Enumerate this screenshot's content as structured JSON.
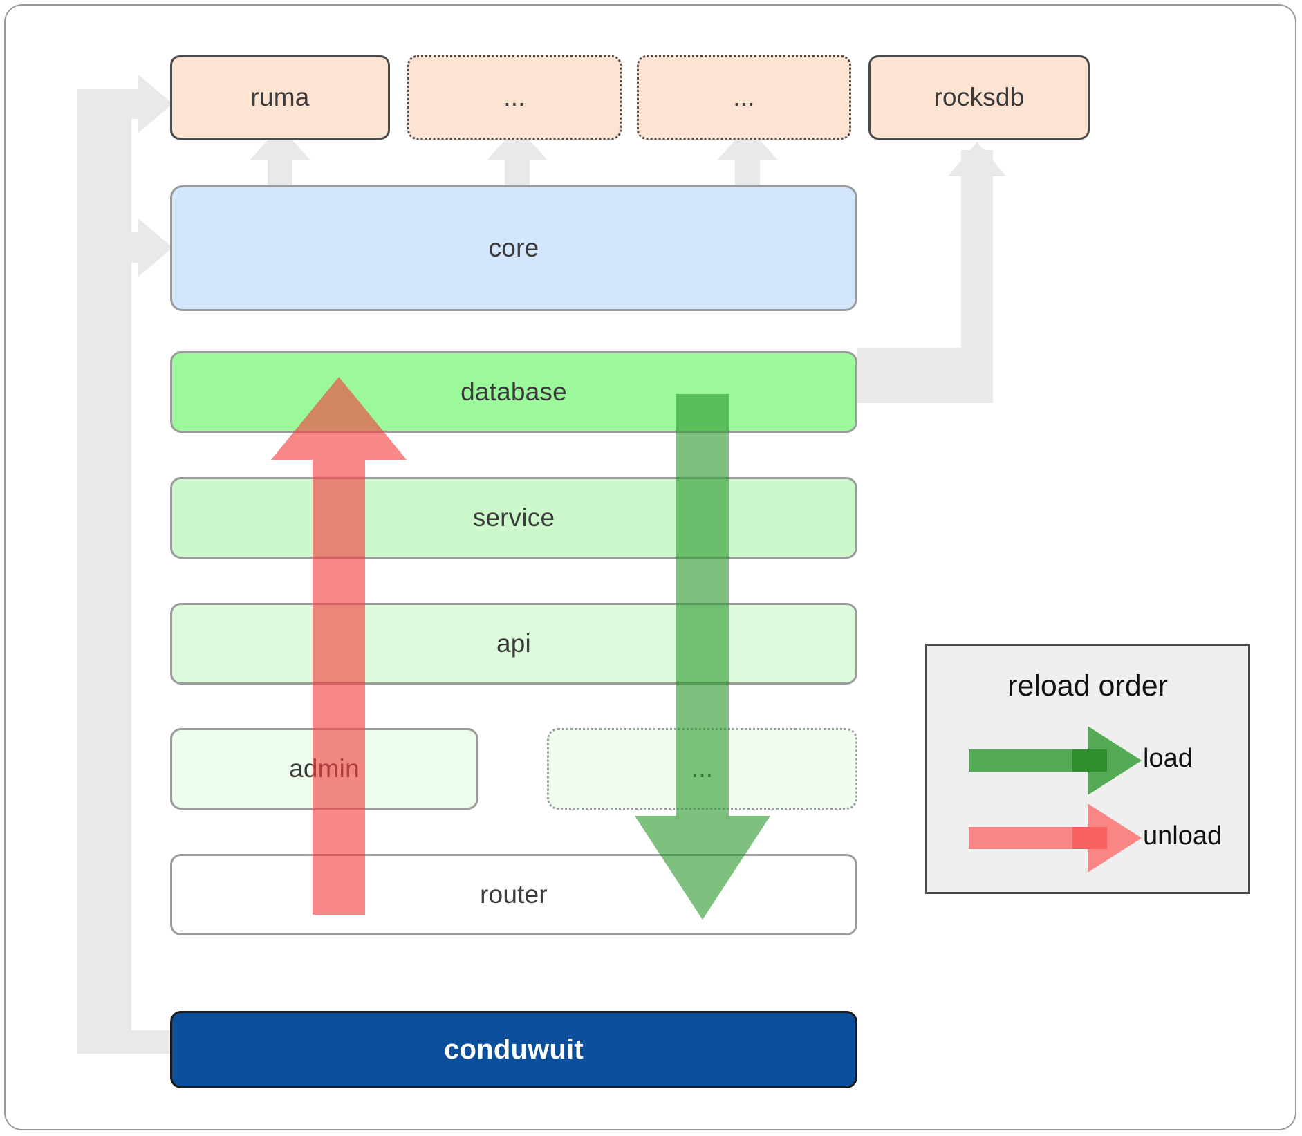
{
  "diagram": {
    "title": "conduwuit crate dependency / reload order diagram",
    "colors": {
      "orange_fill": "#fde3d2",
      "orange_stroke": "#4a4a4a",
      "core_fill": "#d4e6fc",
      "green_darkest": "#9bf89b",
      "green_dark": "#ccf8cc",
      "green_mid": "#ddfadd",
      "green_light": "#edfded",
      "white_fill": "#ffffff",
      "navy_fill": "#0b4f9b",
      "box_stroke": "#9b9b9b",
      "connector_grey": "#e9e9e9",
      "load_green": "#55ab55",
      "unload_red": "#f98585",
      "legend_bg": "#efefef"
    },
    "external_row": [
      {
        "label": "ruma",
        "style": "solid"
      },
      {
        "label": "...",
        "style": "dotted"
      },
      {
        "label": "...",
        "style": "dotted"
      },
      {
        "label": "rocksdb",
        "style": "solid"
      }
    ],
    "stack": [
      {
        "label": "core",
        "tone": "core",
        "style": "solid"
      },
      {
        "label": "database",
        "tone": "g1",
        "style": "solid"
      },
      {
        "label": "service",
        "tone": "g2",
        "style": "solid"
      },
      {
        "label": "api",
        "tone": "g3",
        "style": "solid"
      },
      {
        "label": "admin",
        "tone": "g4",
        "style": "solid"
      },
      {
        "label": "...",
        "tone": "g4d",
        "style": "dotted"
      },
      {
        "label": "router",
        "tone": "white",
        "style": "solid"
      }
    ],
    "binary": {
      "label": "conduwuit"
    },
    "legend": {
      "title": "reload order",
      "items": [
        {
          "label": "load",
          "color": "#55ab55"
        },
        {
          "label": "unload",
          "color": "#f98585"
        }
      ]
    },
    "flow_arrows": [
      {
        "name": "unload-arrow",
        "direction": "up",
        "color": "#f98585"
      },
      {
        "name": "load-arrow",
        "direction": "down",
        "color": "#55ab55"
      }
    ]
  }
}
